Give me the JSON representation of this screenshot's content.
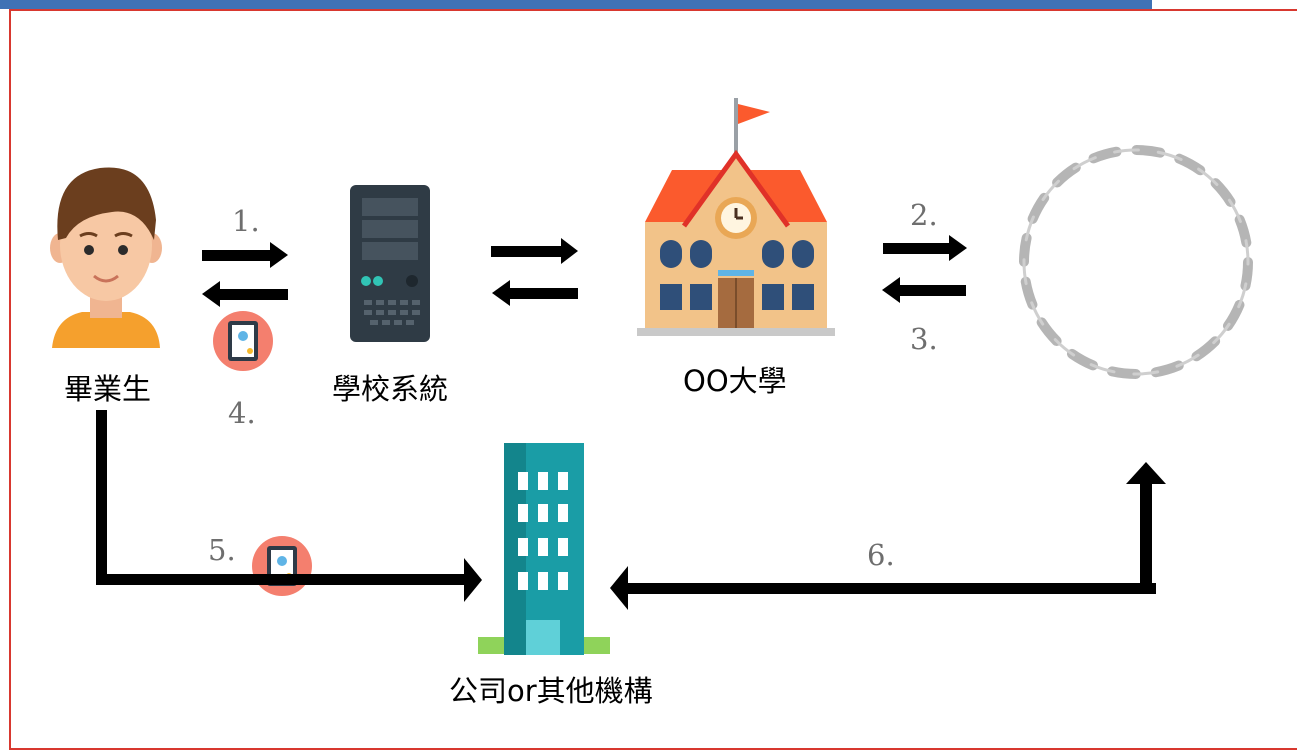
{
  "labels": {
    "graduate": "畢業生",
    "school_system": "學校系統",
    "university": "OO大學",
    "company": "公司or其他機構"
  },
  "steps": {
    "s1": "1.",
    "s2": "2.",
    "s3": "3.",
    "s4": "4.",
    "s5": "5.",
    "s6": "6."
  },
  "colors": {
    "top_bar": "#3f72b5",
    "frame": "#d8382f",
    "arrow": "#000000",
    "step_text": "#6e6e6e",
    "chain": "#b5b5b5",
    "certificate_badge": "#f47f6e",
    "building": "#1a9da6",
    "roof": "#fb5a2d",
    "server": "#2f3b45"
  },
  "icons": [
    "graduate-avatar-icon",
    "server-icon",
    "university-building-icon",
    "blockchain-chain-icon",
    "certificate-icon",
    "company-building-icon"
  ]
}
